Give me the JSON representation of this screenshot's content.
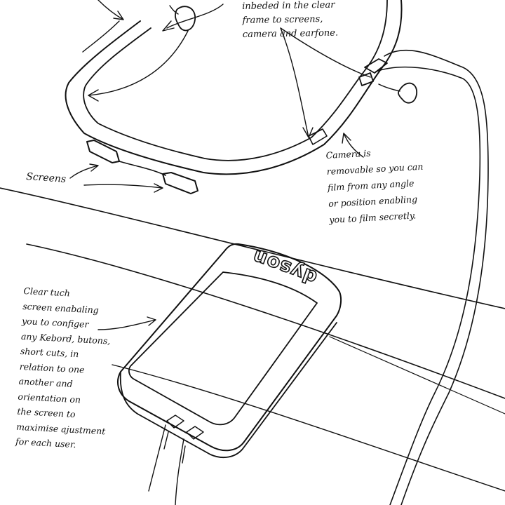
{
  "annotations": {
    "frame_note": "inbeded in the clear\nframe to screens,\ncamera and earfone.",
    "screens_label": "Screens",
    "camera_note": "Camera is\nremovable so you can\nfilm from any angle\nor position enabling\nyou to film secretly.",
    "touchscreen_note": "Clear tuch\nscreen enabaling\nyou to configer\nany Kebord, butons,\nshort cuts, in\nrelation to one\nanother and\norientation on\nthe screen to\nmaximise ajustment\nfor each user."
  },
  "device": {
    "brand": "dyson"
  }
}
